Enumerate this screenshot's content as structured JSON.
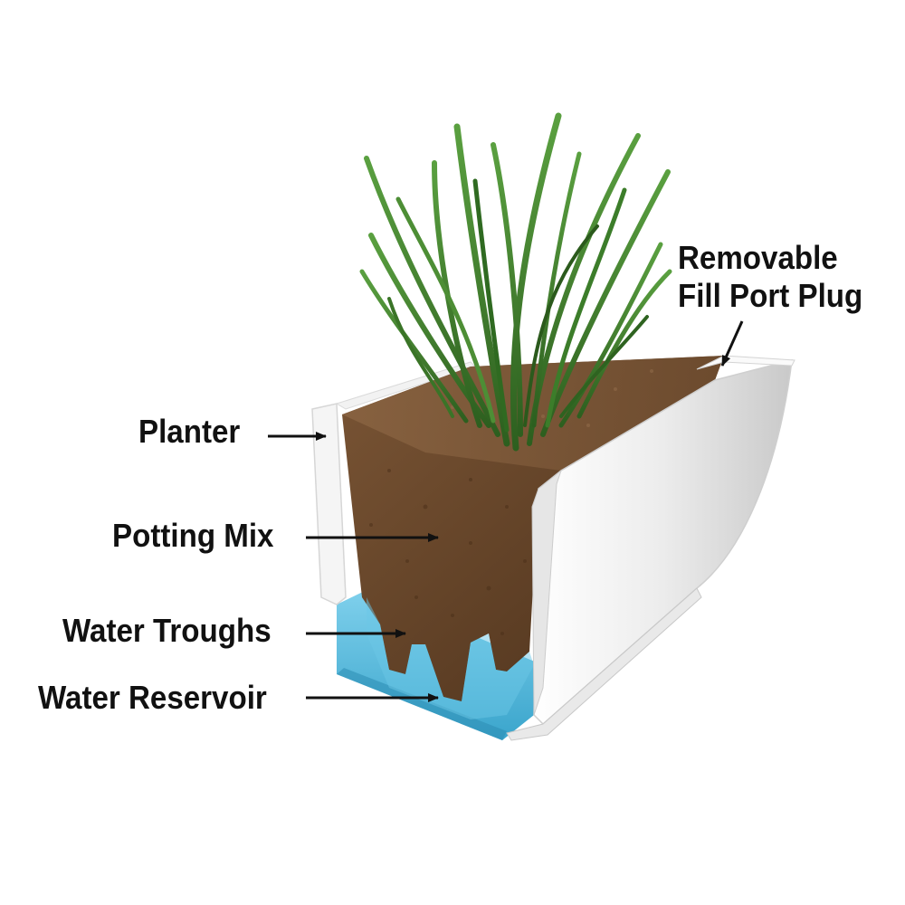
{
  "labels": {
    "planter": "Planter",
    "potting_mix": "Potting Mix",
    "water_troughs": "Water Troughs",
    "water_reservoir": "Water Reservoir",
    "fill_port_line1": "Removable",
    "fill_port_line2": "Fill Port Plug"
  },
  "colors": {
    "planter_white": "#f4f4f4",
    "soil_brown": "#6b4a2e",
    "water_blue": "#5bbfe0",
    "grass_green": "#3f7d2c",
    "label_black": "#111111"
  }
}
